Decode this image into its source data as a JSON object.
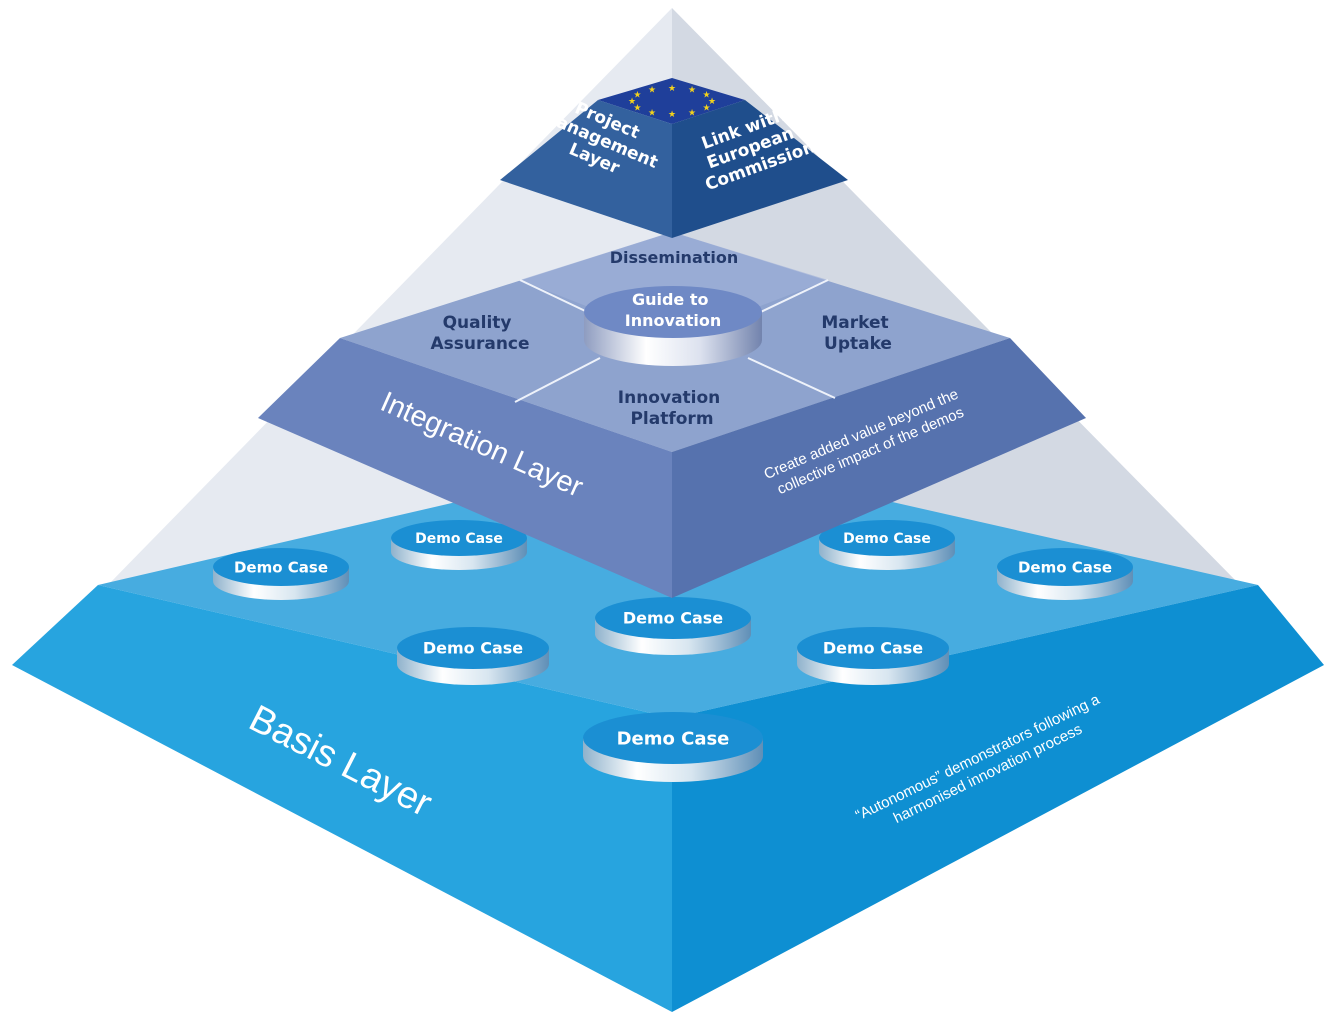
{
  "top_layer": {
    "left_face": [
      "Project",
      "Management",
      "Layer"
    ],
    "right_face": [
      "Link with",
      "European",
      "Commission"
    ]
  },
  "integration_layer": {
    "name": "Integration Layer",
    "top": {
      "back": "Dissemination",
      "left": [
        "Quality",
        "Assurance"
      ],
      "right": [
        "Market",
        "Uptake"
      ],
      "front": [
        "Innovation",
        "Platform"
      ],
      "center": [
        "Guide to",
        "Innovation"
      ]
    },
    "description": [
      "Create added value beyond the",
      "collective impact of the demos"
    ]
  },
  "basis_layer": {
    "name": "Basis Layer",
    "description": [
      "“Autonomous” demonstrators following a",
      "harmonised innovation process"
    ],
    "demo_label": "Demo Case",
    "demo_count": 8
  },
  "colors": {
    "apex_left": "#e6eaf1",
    "apex_right": "#d3d9e3",
    "top_block": "#33619e",
    "top_block_right": "#1f4e8c",
    "eu_blue": "#1f3f9a",
    "eu_star": "#f3d21c",
    "integration_top": "#8ea3ce",
    "integration_left": "#6a83bd",
    "integration_right": "#5672ae",
    "basis_top": "#47ace0",
    "basis_left": "#27a4df",
    "basis_right": "#0e8fd2",
    "disc": "#1b8fd3"
  }
}
